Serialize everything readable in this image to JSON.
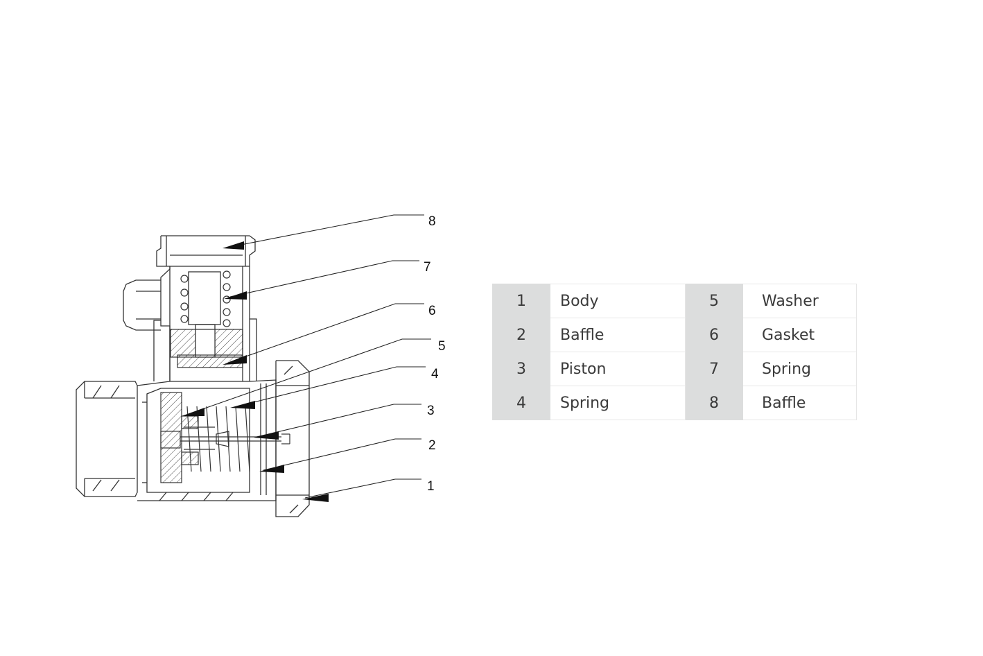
{
  "diagram": {
    "callouts": [
      "8",
      "7",
      "6",
      "5",
      "4",
      "3",
      "2",
      "1"
    ]
  },
  "parts_table": {
    "rows": [
      {
        "left_num": "1",
        "left_name": "Body",
        "right_num": "5",
        "right_name": "Washer"
      },
      {
        "left_num": "2",
        "left_name": "Baffle",
        "right_num": "6",
        "right_name": "Gasket"
      },
      {
        "left_num": "3",
        "left_name": "Piston",
        "right_num": "7",
        "right_name": "Spring"
      },
      {
        "left_num": "4",
        "left_name": "Spring",
        "right_num": "8",
        "right_name": "Baffle"
      }
    ]
  },
  "colors": {
    "line": "#333333",
    "table_num_bg": "#dcdddd",
    "table_border": "#e6e6e6"
  }
}
